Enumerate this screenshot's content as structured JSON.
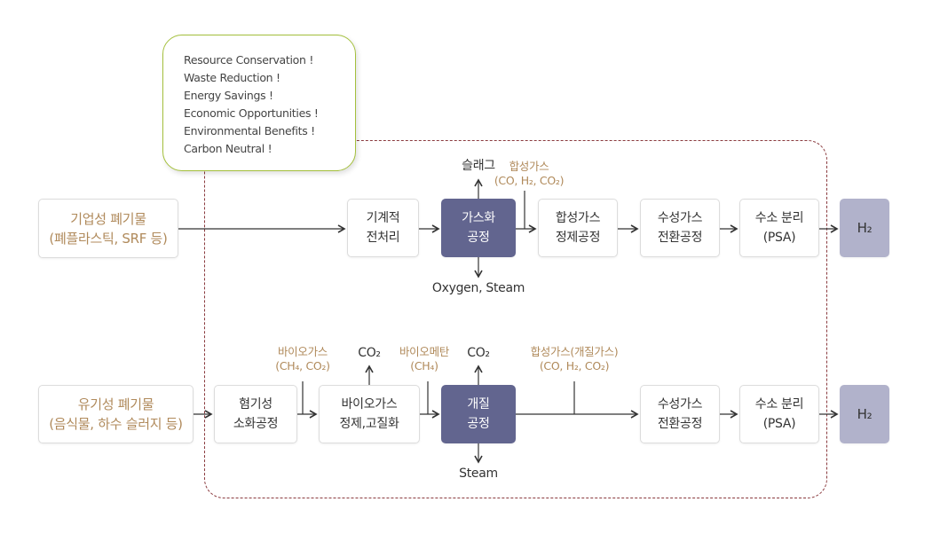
{
  "diagram_title": "",
  "note_box": {
    "lines": [
      "Resource Conservation !",
      "Waste Reduction !",
      "Energy Savings !",
      "Economic Opportunities !",
      "Environmental Benefits !",
      "Carbon Neutral !"
    ],
    "border_color": "#a4c03c"
  },
  "colors": {
    "accent_label": "#b08a5b",
    "process_dark": "#62658f",
    "output_box": "#b1b2cb",
    "frame_dashed": "#8a3a3e"
  },
  "top_row": {
    "source": {
      "line1": "기업성 폐기물",
      "line2": "(폐플라스틱, SRF 등)"
    },
    "pretreatment": {
      "line1": "기계적",
      "line2": "전처리"
    },
    "gasification": {
      "line1": "가스화",
      "line2": "공정"
    },
    "gasification_up_label": "슬래그",
    "gasification_down_label": "Oxygen, Steam",
    "syngas_label": {
      "line1": "합성가스",
      "line2": "(CO, H₂, CO₂)"
    },
    "syngas_purification": {
      "line1": "합성가스",
      "line2": "정제공정"
    },
    "water_gas_shift": {
      "line1": "수성가스",
      "line2": "전환공정"
    },
    "hydrogen_separation": {
      "line1": "수소 분리",
      "line2": "(PSA)"
    },
    "output": "H₂"
  },
  "bottom_row": {
    "source": {
      "line1": "유기성 폐기물",
      "line2": "(음식물, 하수 슬러지 등)"
    },
    "anaerobic_digestion": {
      "line1": "혐기성",
      "line2": "소화공정"
    },
    "biogas_label": {
      "line1": "바이오가스",
      "line2": "(CH₄, CO₂)"
    },
    "biogas_upgrading": {
      "line1": "바이오가스",
      "line2": "정제,고질화"
    },
    "upgrading_up_label": "CO₂",
    "biomethane_label": {
      "line1": "바이오메탄",
      "line2": "(CH₄)"
    },
    "reforming": {
      "line1": "개질",
      "line2": "공정"
    },
    "reforming_up_label": "CO₂",
    "reforming_down_label": "Steam",
    "reformed_gas_label": {
      "line1": "합성가스(개질가스)",
      "line2": "(CO, H₂, CO₂)"
    },
    "water_gas_shift": {
      "line1": "수성가스",
      "line2": "전환공정"
    },
    "hydrogen_separation": {
      "line1": "수소 분리",
      "line2": "(PSA)"
    },
    "output": "H₂"
  }
}
